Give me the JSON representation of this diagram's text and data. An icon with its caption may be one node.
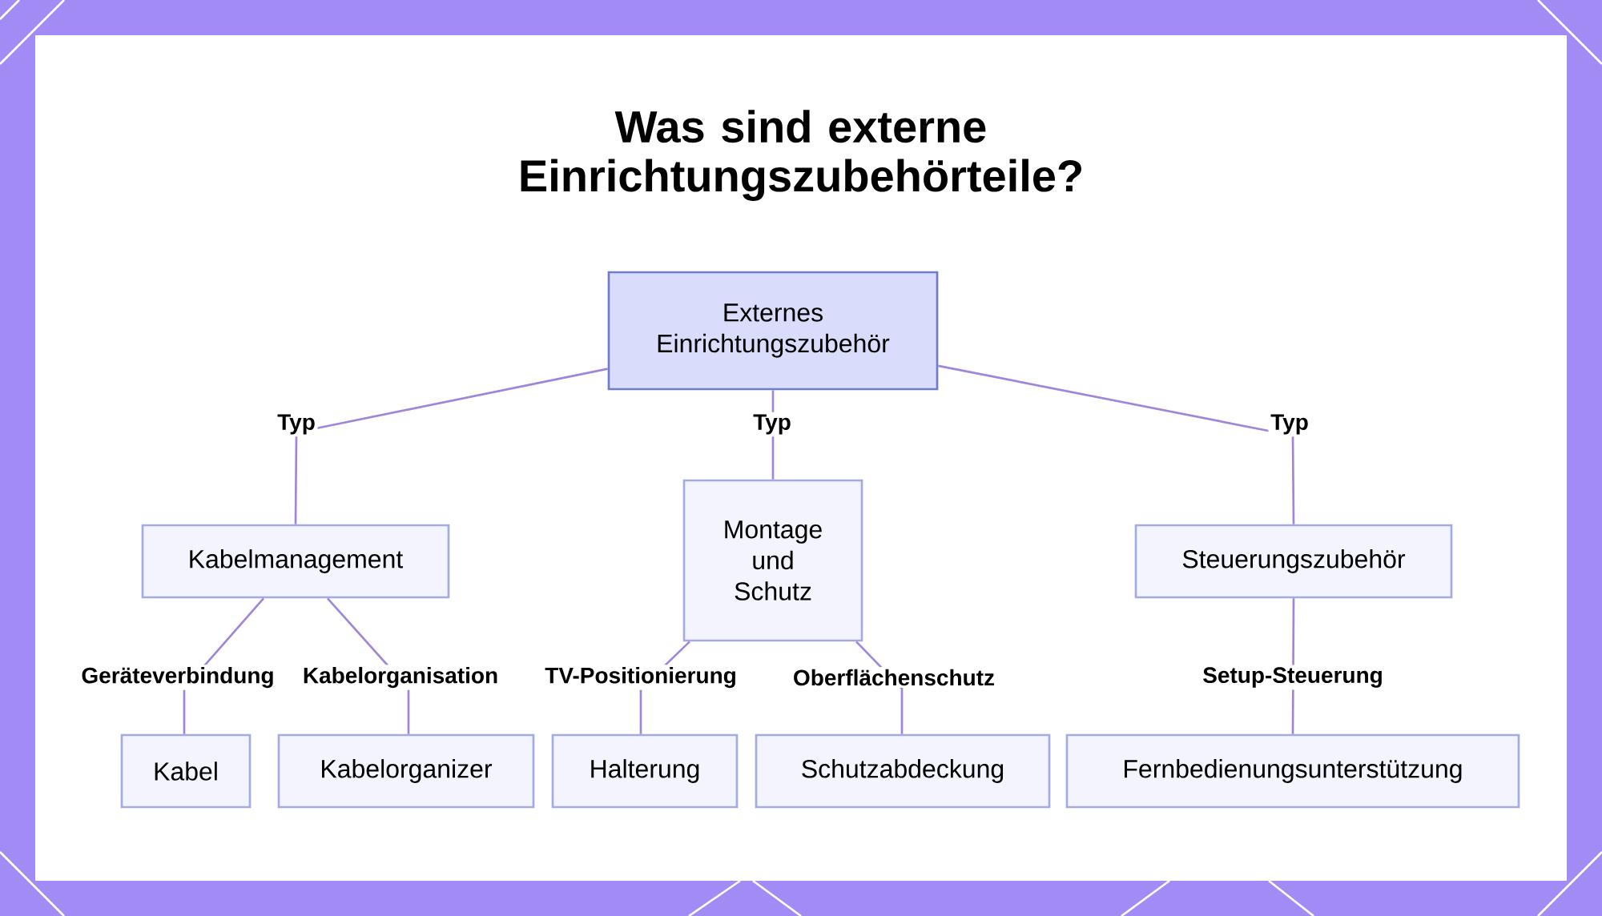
{
  "diagram": {
    "title": "Was sind externe Einrichtungszubehörteile?",
    "nodes": [
      {
        "text": [
          "Externes Einrichtungszubehör"
        ]
      },
      {
        "text": [
          "Kabelmanagement"
        ]
      },
      {
        "text": [
          "Montage und Schutz"
        ]
      },
      {
        "text": [
          "Steuerungszubehör"
        ]
      },
      {
        "text": [
          "Kabel"
        ]
      },
      {
        "text": [
          "Kabelorganizer"
        ]
      },
      {
        "text": [
          "Halterung"
        ]
      },
      {
        "text": [
          "Schutzabdeckung"
        ]
      },
      {
        "text": [
          "Fernbedienungsunterstützung"
        ]
      }
    ],
    "edges": [
      {
        "from": 0,
        "to": 1,
        "arrow": "none",
        "label": "Typ"
      },
      {
        "from": 0,
        "to": 2,
        "arrow": "none",
        "label": "Typ"
      },
      {
        "from": 0,
        "to": 3,
        "arrow": "none",
        "label": "Typ"
      },
      {
        "from": 1,
        "to": 4,
        "arrow": "none",
        "label": "Geräteverbindung"
      },
      {
        "from": 1,
        "to": 5,
        "arrow": "none",
        "label": "Kabelorganisation"
      },
      {
        "from": 2,
        "to": 6,
        "arrow": "none",
        "label": "TV-Positionierung"
      },
      {
        "from": 2,
        "to": 7,
        "arrow": "none",
        "label": "Oberflächenschutz"
      },
      {
        "from": 3,
        "to": 8,
        "arrow": "none",
        "label": "Setup-Steuerung"
      }
    ]
  }
}
